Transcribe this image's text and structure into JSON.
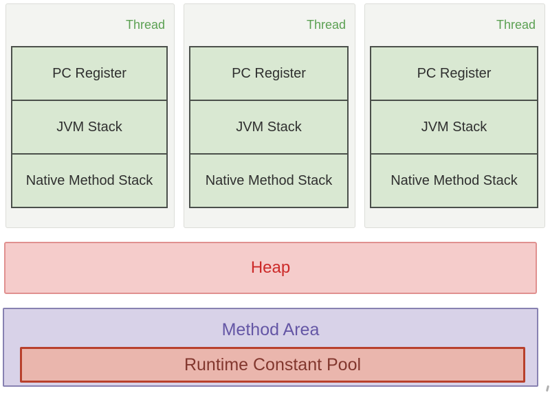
{
  "threads": {
    "count": 3,
    "label": "Thread",
    "components": [
      "PC Register",
      "JVM Stack",
      "Native Method Stack"
    ]
  },
  "heap": {
    "label": "Heap"
  },
  "method_area": {
    "label": "Method Area"
  },
  "runtime_constant_pool": {
    "label": "Runtime Constant Pool"
  },
  "colors": {
    "thread_panel_bg": "#f3f4f1",
    "thread_panel_border": "#dcddd8",
    "thread_label_green": "#5ba052",
    "component_box_bg": "#d9e8d2",
    "component_box_border": "#4a4f4a",
    "component_text": "#2f2f2f",
    "heap_bg": "#f5cccb",
    "heap_border": "#e0908f",
    "heap_text": "#cc2a29",
    "method_area_bg": "#d8d2e8",
    "method_area_border": "#8781b1",
    "method_area_text": "#6456a5",
    "runtime_pool_bg": "#eab6ad",
    "runtime_pool_border": "#b8402c",
    "runtime_pool_text": "#82372e",
    "page_bg": "#ffffff"
  }
}
